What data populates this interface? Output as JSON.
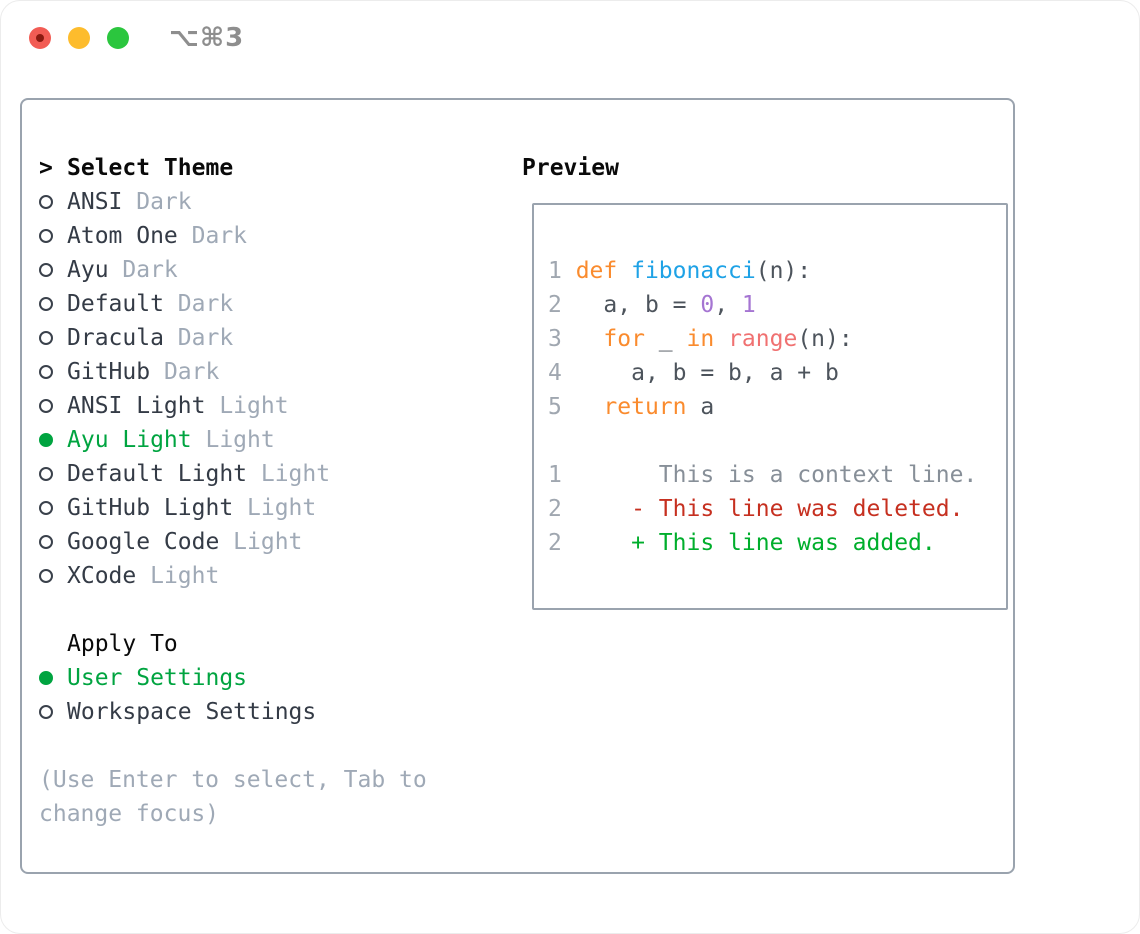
{
  "titlebar": {
    "shortcut": "⌥⌘3",
    "close_color": "#f25c54",
    "minimize_color": "#fdbc2d",
    "zoom_color": "#2bc63e"
  },
  "theme_panel": {
    "title_marker": ">",
    "title": "Select Theme",
    "themes": [
      {
        "name": "ANSI",
        "variant": "Dark",
        "selected": false
      },
      {
        "name": "Atom One",
        "variant": "Dark",
        "selected": false
      },
      {
        "name": "Ayu",
        "variant": "Dark",
        "selected": false
      },
      {
        "name": "Default",
        "variant": "Dark",
        "selected": false
      },
      {
        "name": "Dracula",
        "variant": "Dark",
        "selected": false
      },
      {
        "name": "GitHub",
        "variant": "Dark",
        "selected": false
      },
      {
        "name": "ANSI Light",
        "variant": "Light",
        "selected": false
      },
      {
        "name": "Ayu Light",
        "variant": "Light",
        "selected": true
      },
      {
        "name": "Default Light",
        "variant": "Light",
        "selected": false
      },
      {
        "name": "GitHub Light",
        "variant": "Light",
        "selected": false
      },
      {
        "name": "Google Code",
        "variant": "Light",
        "selected": false
      },
      {
        "name": "XCode",
        "variant": "Light",
        "selected": false
      }
    ],
    "apply_to": {
      "title": "Apply To",
      "options": [
        {
          "name": "User Settings",
          "selected": true
        },
        {
          "name": "Workspace Settings",
          "selected": false
        }
      ]
    },
    "hint": "(Use Enter to select, Tab to change focus)"
  },
  "preview_panel": {
    "title": "Preview",
    "lines": [
      {
        "tokens": []
      },
      {
        "tokens": [
          [
            "1 ",
            "ln"
          ],
          [
            "def ",
            "kw"
          ],
          [
            "fibonacci",
            "fn"
          ],
          [
            "(n):",
            "pl"
          ]
        ]
      },
      {
        "tokens": [
          [
            "2 ",
            "ln"
          ],
          [
            "  a, b = ",
            "pl"
          ],
          [
            "0",
            "num"
          ],
          [
            ", ",
            "pl"
          ],
          [
            "1",
            "num"
          ]
        ]
      },
      {
        "tokens": [
          [
            "3 ",
            "ln"
          ],
          [
            "  ",
            "pl"
          ],
          [
            "for",
            "kw"
          ],
          [
            " _ ",
            "pl"
          ],
          [
            "in",
            "kw"
          ],
          [
            " ",
            "pl"
          ],
          [
            "range",
            "bi"
          ],
          [
            "(n):",
            "pl"
          ]
        ]
      },
      {
        "tokens": [
          [
            "4 ",
            "ln"
          ],
          [
            "    a, b = b, a + b",
            "pl"
          ]
        ]
      },
      {
        "tokens": [
          [
            "5 ",
            "ln"
          ],
          [
            "  ",
            "pl"
          ],
          [
            "return",
            "kw"
          ],
          [
            " a",
            "pl"
          ]
        ]
      },
      {
        "tokens": []
      },
      {
        "tokens": [
          [
            "1",
            "ln"
          ],
          [
            "       This is a context line.",
            "ctx"
          ]
        ]
      },
      {
        "tokens": [
          [
            "2",
            "ln"
          ],
          [
            "     ",
            "pl"
          ],
          [
            "- This line was deleted.",
            "del"
          ]
        ]
      },
      {
        "tokens": [
          [
            "2",
            "ln"
          ],
          [
            "     ",
            "pl"
          ],
          [
            "+ This line was added.",
            "add"
          ]
        ]
      },
      {
        "tokens": []
      }
    ]
  },
  "palette": {
    "selected_green": "#00a440",
    "text_dark": "#343b46",
    "text_muted": "#9fa9b6",
    "panel_border": "#9aa3ae",
    "code_keyword_orange": "#fa8b2e",
    "code_function_blue": "#1ea2e6",
    "code_number_purple": "#a575d2",
    "code_builtin_coral": "#f07171",
    "code_plain": "#4d545c",
    "line_number_gray": "#a0a7b0",
    "diff_context_gray": "#878f98",
    "diff_deleted_red": "#c63020",
    "diff_added_green": "#00ae2c"
  }
}
